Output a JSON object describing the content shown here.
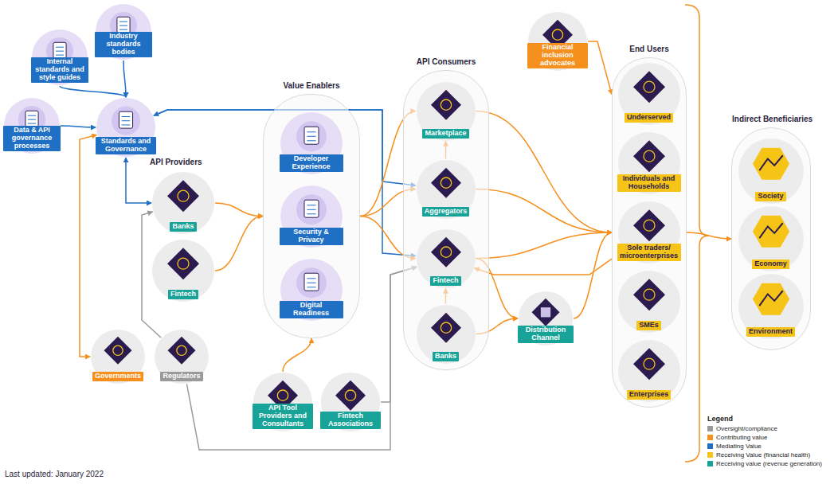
{
  "diagram": {
    "nodes": [
      {
        "text": [
          "Internal standards and style guides"
        ]
      },
      {
        "text": [
          "Industry standards bodies"
        ]
      },
      {
        "text": [
          "Data & API governance processes"
        ]
      },
      {
        "text": [
          "Standards and Governance"
        ]
      },
      {
        "text": [
          "Banks"
        ]
      },
      {
        "text": [
          "Fintech"
        ]
      },
      {
        "text": [
          "Governments"
        ]
      },
      {
        "text": [
          "Regulators"
        ]
      },
      {
        "text": [
          "Value Enablers"
        ]
      },
      {
        "text": [
          "Developer Experience"
        ],
        "in": 8
      },
      {
        "text": [
          "Security & Privacy"
        ],
        "in": 8
      },
      {
        "text": [
          "Digital Readiness"
        ],
        "in": 8
      },
      {
        "text": [
          "API Tool Providers and Consultants"
        ]
      },
      {
        "text": [
          "Fintech Associations"
        ]
      },
      {
        "text": [
          "API Consumers"
        ]
      },
      {
        "text": [
          "Marketplace"
        ],
        "in": 14
      },
      {
        "text": [
          "Aggregators"
        ],
        "in": 14
      },
      {
        "text": [
          "Fintech"
        ],
        "in": 14
      },
      {
        "text": [
          "Banks"
        ],
        "in": 14
      },
      {
        "text": [
          "Distribution Channel"
        ]
      },
      {
        "text": [
          "Financial inclusion advocates"
        ]
      },
      {
        "text": [
          "End Users"
        ]
      },
      {
        "text": [
          "Underserved"
        ],
        "in": 21
      },
      {
        "text": [
          "Individuals and Households"
        ],
        "in": 21
      },
      {
        "text": [
          "Sole traders/ microenterprises"
        ],
        "in": 21
      },
      {
        "text": [
          "SMEs"
        ],
        "in": 21
      },
      {
        "text": [
          "Enterprises"
        ],
        "in": 21
      },
      {
        "text": [
          "Indirect Beneficiaries"
        ]
      },
      {
        "text": [
          "Society"
        ],
        "in": 27
      },
      {
        "text": [
          "Economy"
        ],
        "in": 27
      },
      {
        "text": [
          "Environment"
        ],
        "in": 27
      }
    ],
    "edges": [
      {
        "from": 0,
        "to": 3,
        "arrow": "to"
      },
      {
        "from": 1,
        "to": 3,
        "arrow": "to"
      },
      {
        "from": 2,
        "to": 3,
        "arrow": "to"
      },
      {
        "from": 3,
        "to": 4,
        "arrow": "both"
      },
      {
        "from": 6,
        "to": 3,
        "arrow": "both"
      },
      {
        "from": 7,
        "to": 4,
        "arrow": "to"
      },
      {
        "from": 7,
        "to": 17,
        "arrow": "to"
      },
      {
        "from": 13,
        "to": 17,
        "arrow": "to"
      },
      {
        "from": 4,
        "to": 8,
        "arrow": "to"
      },
      {
        "from": 5,
        "to": 8,
        "arrow": "to"
      },
      {
        "from": 12,
        "to": 8,
        "arrow": "to"
      },
      {
        "from": 3,
        "to": 16,
        "arrow": "both"
      },
      {
        "from": 3,
        "to": 17,
        "arrow": "to"
      },
      {
        "from": 8,
        "to": 15,
        "arrow": "to"
      },
      {
        "from": 8,
        "to": 16,
        "arrow": "to"
      },
      {
        "from": 8,
        "to": 17,
        "arrow": "to"
      },
      {
        "from": 16,
        "to": 15,
        "arrow": "to"
      },
      {
        "from": 18,
        "to": 17,
        "arrow": "to"
      },
      {
        "from": 15,
        "to": 21,
        "arrow": "to"
      },
      {
        "from": 16,
        "to": 21,
        "arrow": "to"
      },
      {
        "from": 17,
        "to": 21,
        "arrow": "to"
      },
      {
        "from": 17,
        "to": 19,
        "arrow": "to"
      },
      {
        "from": 18,
        "to": 19,
        "arrow": "to"
      },
      {
        "from": 19,
        "to": 21,
        "arrow": "to"
      },
      {
        "from": 20,
        "to": 21,
        "arrow": "to"
      },
      {
        "from": 21,
        "to": 17,
        "arrow": "to"
      },
      {
        "from": 21,
        "to": 27,
        "arrow": "to"
      }
    ],
    "labels": [
      "API Providers",
      "Legend",
      "Last updated: January 2022"
    ],
    "legend": [
      {
        "text": "Oversight/compliance",
        "color": "#9a9a9a"
      },
      {
        "text": "Contributing value",
        "color": "#f5901e"
      },
      {
        "text": "Mediating Value",
        "color": "#1f6fc5"
      },
      {
        "text": "Receiving Value (financial health)",
        "color": "#f6c417"
      },
      {
        "text": "Receiving value (revenue generation)",
        "color": "#17a398"
      }
    ]
  }
}
